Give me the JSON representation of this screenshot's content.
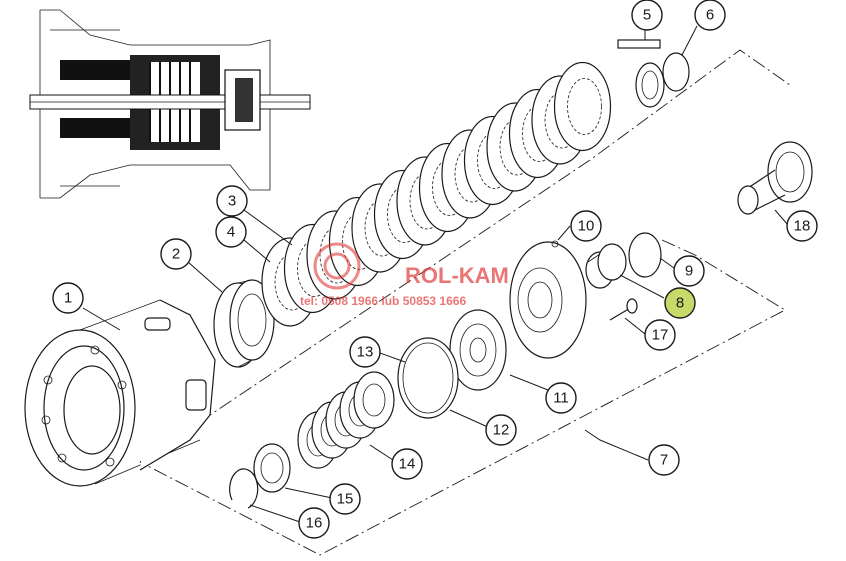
{
  "watermark": {
    "brand": "ROL-KAM",
    "contact": "tel: 0508 1966 lub 50853 1666"
  },
  "callouts": [
    {
      "id": "c1",
      "label": "1"
    },
    {
      "id": "c2",
      "label": "2"
    },
    {
      "id": "c3",
      "label": "3"
    },
    {
      "id": "c4",
      "label": "4"
    },
    {
      "id": "c5",
      "label": "5"
    },
    {
      "id": "c6",
      "label": "6"
    },
    {
      "id": "c7",
      "label": "7"
    },
    {
      "id": "c8",
      "label": "8",
      "highlight": true
    },
    {
      "id": "c9",
      "label": "9"
    },
    {
      "id": "c10",
      "label": "10"
    },
    {
      "id": "c11",
      "label": "11"
    },
    {
      "id": "c12",
      "label": "12"
    },
    {
      "id": "c13",
      "label": "13"
    },
    {
      "id": "c14",
      "label": "14"
    },
    {
      "id": "c15",
      "label": "15"
    },
    {
      "id": "c16",
      "label": "16"
    },
    {
      "id": "c17",
      "label": "17"
    },
    {
      "id": "c18",
      "label": "18"
    }
  ],
  "colors": {
    "line": "#1a1a1a",
    "highlight": "#c8d96a",
    "watermark": "#e23b3b",
    "dark_fill": "#111111"
  }
}
